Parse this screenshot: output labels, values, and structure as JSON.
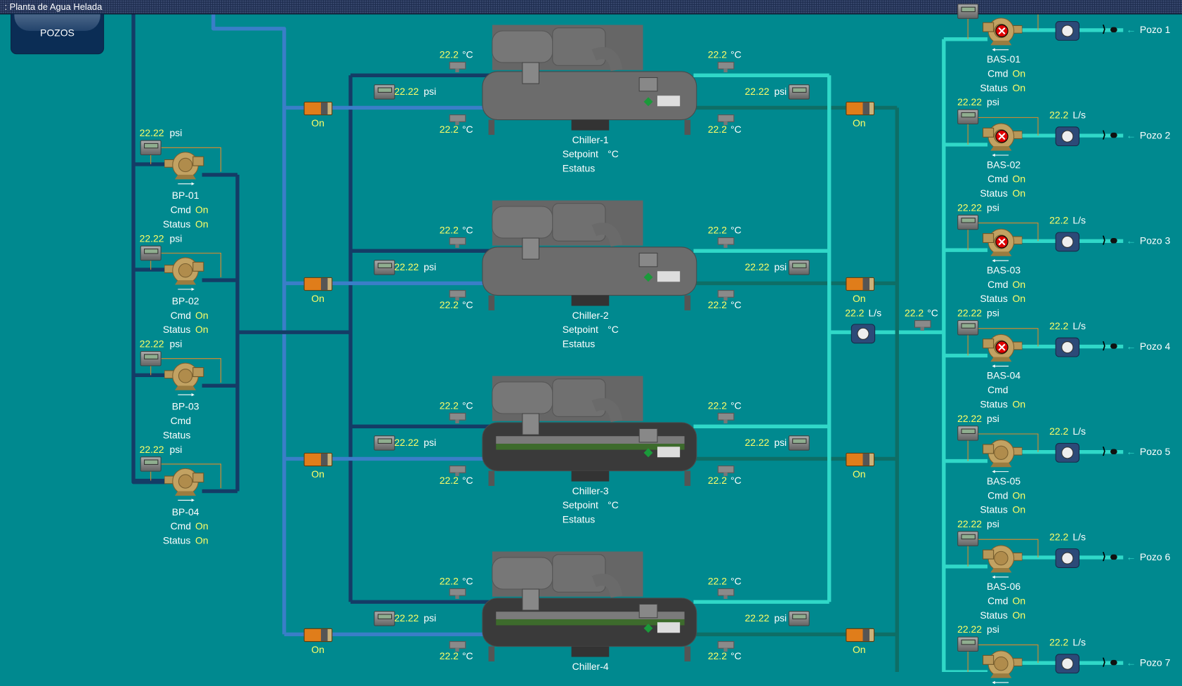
{
  "title": ": Planta de Agua Helada",
  "pozos_button": "POZOS",
  "units": {
    "psi": "psi",
    "temp": "°C",
    "flow": "L/s"
  },
  "colors": {
    "background": "#00898f",
    "value": "#ffff66",
    "pipe_navy": "#143c66",
    "pipe_blue": "#3a7ec8",
    "pipe_teal": "#30d8c8",
    "pipe_dark_teal": "#0e6e66",
    "fault": "#e00000"
  },
  "primary_pumps": [
    {
      "name": "BP-01",
      "psi": "22.22",
      "cmd_label": "Cmd",
      "cmd": "On",
      "status_label": "Status",
      "status": "On"
    },
    {
      "name": "BP-02",
      "psi": "22.22",
      "cmd_label": "Cmd",
      "cmd": "On",
      "status_label": "Status",
      "status": "On"
    },
    {
      "name": "BP-03",
      "psi": "22.22",
      "cmd_label": "Cmd",
      "cmd": "",
      "status_label": "Status",
      "status": ""
    },
    {
      "name": "BP-04",
      "psi": "22.22",
      "cmd_label": "Cmd",
      "cmd": "On",
      "status_label": "Status",
      "status": "On"
    }
  ],
  "chillers": [
    {
      "name": "Chiller-1",
      "setpoint_label": "Setpoint",
      "status_label": "Estatus",
      "left_top_temp": "22.2",
      "left_psi": "22.22",
      "left_bottom_temp": "22.2",
      "right_top_temp": "22.2",
      "right_psi": "22.22",
      "right_bottom_temp": "22.2",
      "left_valve": "On",
      "right_valve": "On"
    },
    {
      "name": "Chiller-2",
      "setpoint_label": "Setpoint",
      "status_label": "Estatus",
      "left_top_temp": "22.2",
      "left_psi": "22.22",
      "left_bottom_temp": "22.2",
      "right_top_temp": "22.2",
      "right_psi": "22.22",
      "right_bottom_temp": "22.2",
      "left_valve": "On",
      "right_valve": "On"
    },
    {
      "name": "Chiller-3",
      "setpoint_label": "Setpoint",
      "status_label": "Estatus",
      "left_top_temp": "22.2",
      "left_psi": "22.22",
      "left_bottom_temp": "22.2",
      "right_top_temp": "22.2",
      "right_psi": "22.22",
      "right_bottom_temp": "22.2",
      "left_valve": "On",
      "right_valve": "On"
    },
    {
      "name": "Chiller-4",
      "setpoint_label": "",
      "status_label": "",
      "left_top_temp": "22.2",
      "left_psi": "22.22",
      "left_bottom_temp": "22.2",
      "right_top_temp": "22.2",
      "right_psi": "22.22",
      "right_bottom_temp": "22.2",
      "left_valve": "On",
      "right_valve": "On"
    }
  ],
  "header": {
    "flow": "22.2",
    "temp": "22.2"
  },
  "wells": [
    {
      "pump": "BAS-01",
      "psi": "",
      "flow": "",
      "cmd_label": "Cmd",
      "cmd": "On",
      "status_label": "Status",
      "status": "On",
      "fault": true,
      "well": "Pozo 1"
    },
    {
      "pump": "BAS-02",
      "psi": "22.22",
      "flow": "22.2",
      "cmd_label": "Cmd",
      "cmd": "On",
      "status_label": "Status",
      "status": "On",
      "fault": true,
      "well": "Pozo 2"
    },
    {
      "pump": "BAS-03",
      "psi": "22.22",
      "flow": "22.2",
      "cmd_label": "Cmd",
      "cmd": "On",
      "status_label": "Status",
      "status": "On",
      "fault": true,
      "well": "Pozo 3"
    },
    {
      "pump": "BAS-04",
      "psi": "22.22",
      "flow": "22.2",
      "cmd_label": "Cmd",
      "cmd": "",
      "status_label": "Status",
      "status": "On",
      "fault": true,
      "well": "Pozo 4"
    },
    {
      "pump": "BAS-05",
      "psi": "22.22",
      "flow": "22.2",
      "cmd_label": "Cmd",
      "cmd": "On",
      "status_label": "Status",
      "status": "On",
      "fault": false,
      "well": "Pozo 5"
    },
    {
      "pump": "BAS-06",
      "psi": "22.22",
      "flow": "22.2",
      "cmd_label": "Cmd",
      "cmd": "On",
      "status_label": "Status",
      "status": "On",
      "fault": false,
      "well": "Pozo 6"
    },
    {
      "pump": "",
      "psi": "22.22",
      "flow": "22.2",
      "cmd_label": "",
      "cmd": "",
      "status_label": "",
      "status": "",
      "fault": false,
      "well": "Pozo 7"
    }
  ]
}
